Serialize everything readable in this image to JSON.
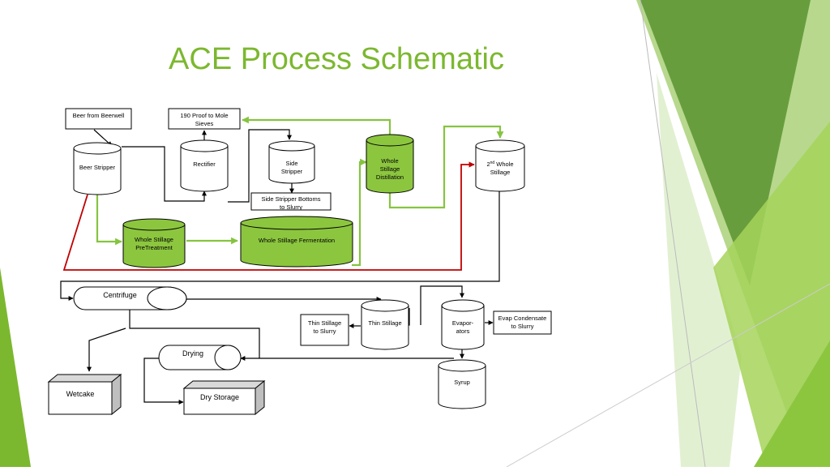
{
  "slide": {
    "title": "ACE Process Schematic",
    "accent_color": "#7cb82f",
    "flow_colors": {
      "green": "#86c440",
      "red": "#c00000",
      "black": "#000000"
    }
  },
  "diagram": {
    "boxes": {
      "beer_from_beerwell": "Beer from Beerwell",
      "proof_190": [
        "190 Proof to Mole",
        "Sieves"
      ],
      "side_stripper_bottoms": [
        "Side Stripper Bottoms",
        "to Slurry"
      ],
      "thin_stillage_to_slurry": [
        "Thin Stillage",
        "to Slurry"
      ],
      "evap_condensate": [
        "Evap Condensate",
        "to Slurry"
      ],
      "wetcake": "Wetcake",
      "dry_storage": "Dry Storage"
    },
    "vessels": {
      "beer_stripper": "Beer Stripper",
      "rectifier": "Rectifier",
      "side_stripper": [
        "Side",
        "Stripper"
      ],
      "whole_stillage_distillation": [
        "Whole",
        "Stillage",
        "Distillation"
      ],
      "second_whole_stillage": [
        "2",
        "nd",
        " Whole",
        "Stillage"
      ],
      "whole_stillage_pretreatment": [
        "Whole Stillage",
        "PreTreatment"
      ],
      "whole_stillage_fermentation": "Whole Stillage Fermentation",
      "thin_stillage": "Thin Stillage",
      "evaporators": [
        "Evapor-",
        "ators"
      ],
      "syrup": "Syrup",
      "centrifuge": "Centrifuge",
      "drying": "Drying"
    }
  }
}
